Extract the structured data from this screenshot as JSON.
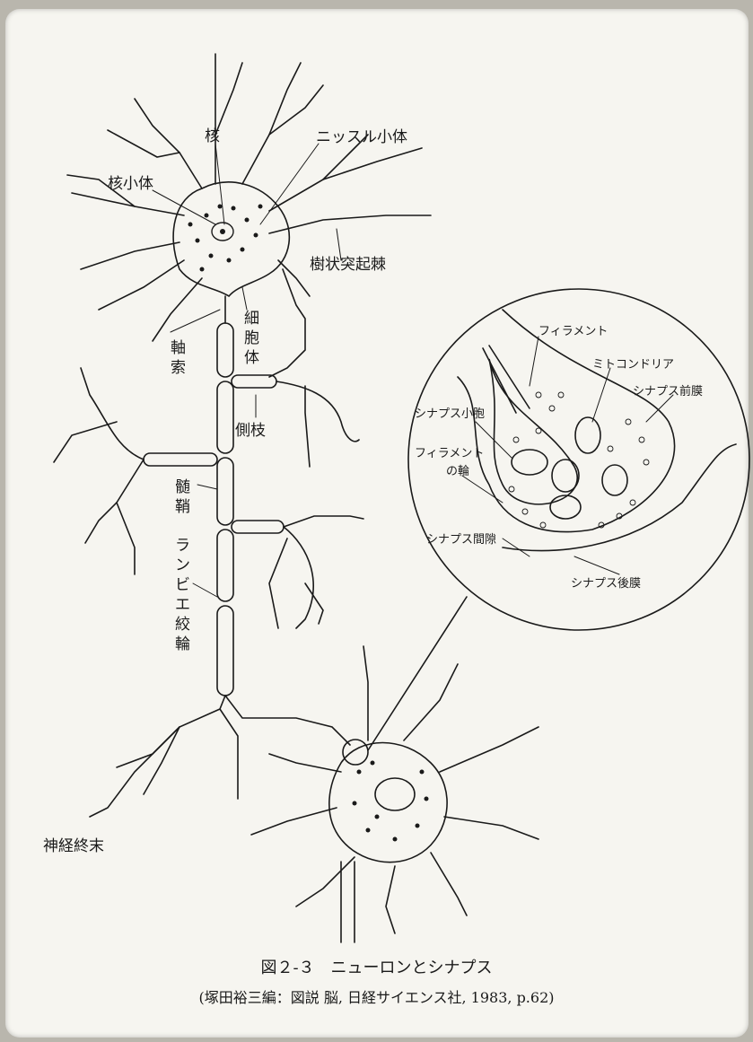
{
  "labels": {
    "nucleus": "核",
    "nucleolus": "核小体",
    "nissl": "ニッスル小体",
    "dendritic_spine": "樹状突起棘",
    "cell_body": [
      "細",
      "胞",
      "体"
    ],
    "axon": [
      "軸",
      "索"
    ],
    "collateral": "側枝",
    "myelin": [
      "髄",
      "鞘"
    ],
    "ranvier": [
      "ラ",
      "ン",
      "ビ",
      "エ",
      "絞",
      "輪"
    ],
    "nerve_terminal": "神経終末",
    "filament": "フィラメント",
    "mitochondria": "ミトコンドリア",
    "presynaptic_membrane": "シナプス前膜",
    "synaptic_vesicle": "シナプス小胞",
    "filament_ring": [
      "フィラメント",
      "の輪"
    ],
    "synaptic_cleft": "シナプス間隙",
    "postsynaptic_membrane": "シナプス後膜"
  },
  "caption": {
    "title": "図２-３　ニューロンとシナプス",
    "source": "(塚田裕三編：図説 脳, 日経サイエンス社, 1983, p.62)"
  },
  "colors": {
    "ink": "#1a1a1a",
    "paper": "#f6f5f0",
    "border": "#b9b6ad"
  }
}
